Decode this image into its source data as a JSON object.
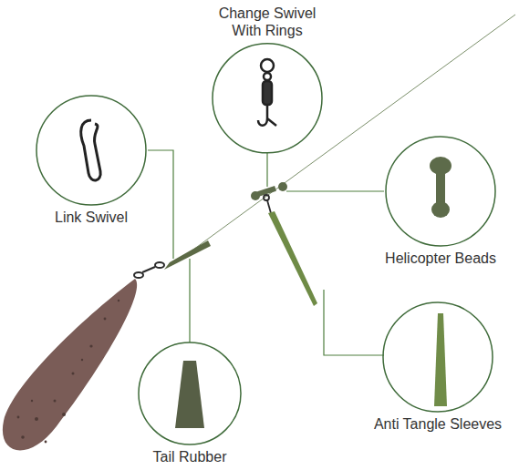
{
  "diagram": {
    "nodes": [
      {
        "text": [
          "Change Swivel With Rings"
        ]
      },
      {
        "text": [
          "Link Swivel"
        ]
      },
      {
        "text": [
          "Helicopter Beads"
        ]
      },
      {
        "text": [
          "Anti Tangle Sleeves"
        ]
      },
      {
        "text": [
          "Tail Rubber"
        ]
      }
    ]
  }
}
